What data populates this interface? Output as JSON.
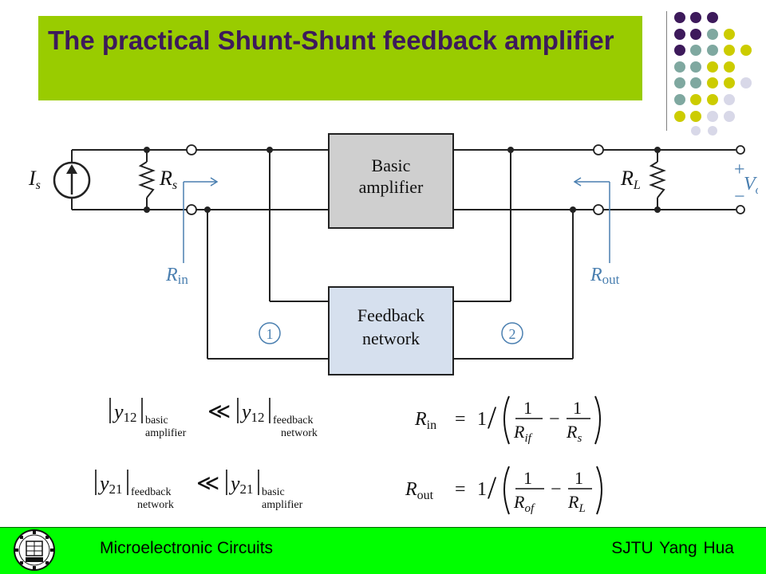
{
  "slide": {
    "title": "The practical Shunt-Shunt feedback amplifier"
  },
  "circuit": {
    "source_label": "I",
    "source_sub": "s",
    "rs_label": "R",
    "rs_sub": "s",
    "rl_label": "R",
    "rl_sub": "L",
    "basic_amp_line1": "Basic",
    "basic_amp_line2": "amplifier",
    "feedback_line1": "Feedback",
    "feedback_line2": "network",
    "rin_label": "R",
    "rin_sub": "in",
    "rout_label": "R",
    "rout_sub": "out",
    "port1": "1",
    "port2": "2",
    "plus": "+",
    "minus": "−",
    "vo_label": "V",
    "vo_sub": "o"
  },
  "equations": {
    "y": "y",
    "sub12": "12",
    "sub21": "21",
    "basic": "basic",
    "amplifier": "amplifier",
    "feedback": "feedback",
    "network": "network",
    "much_less": "≪",
    "r": "R",
    "in": "in",
    "out": "out",
    "eq": "=",
    "one": "1",
    "slash": "/",
    "minus": "−",
    "if": "if",
    "of": "of",
    "s": "s",
    "L": "L"
  },
  "footer": {
    "left": "Microelectronic Circuits",
    "right": "SJTU Yang Hua"
  },
  "colors": {
    "title_bg": "#99cc00",
    "title_text": "#3d1a5b",
    "footer_bg": "#00ff00",
    "dot_purple": "#3d1a5b",
    "dot_teal": "#7fa8a0",
    "dot_yellow": "#cccc00",
    "dot_lavender": "#d8d8e8",
    "wire": "#222222",
    "annot": "#4a7fb0",
    "basic_fill": "#cfcfcf",
    "feedback_fill": "#d6e0ee"
  }
}
